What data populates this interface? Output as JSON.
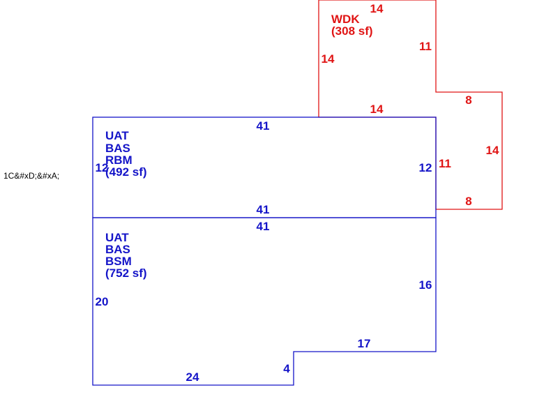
{
  "colors": {
    "blue": "#1414c8",
    "red": "#e01414",
    "text": "#000000"
  },
  "note": "1C&#xD;&#xA;",
  "wdk": {
    "code": "WDK",
    "area": "(308 sf)",
    "dims": [
      "14",
      "11",
      "8",
      "14",
      "8",
      "11",
      "14",
      "14"
    ]
  },
  "upper": {
    "lines": [
      "UAT",
      "BAS",
      "RBM"
    ],
    "area": "(492 sf)",
    "dims": [
      "41",
      "12",
      "41",
      "12"
    ]
  },
  "lower": {
    "lines": [
      "UAT",
      "BAS",
      "BSM"
    ],
    "area": "(752 sf)",
    "dims": [
      "41",
      "16",
      "17",
      "4",
      "24",
      "20"
    ]
  }
}
